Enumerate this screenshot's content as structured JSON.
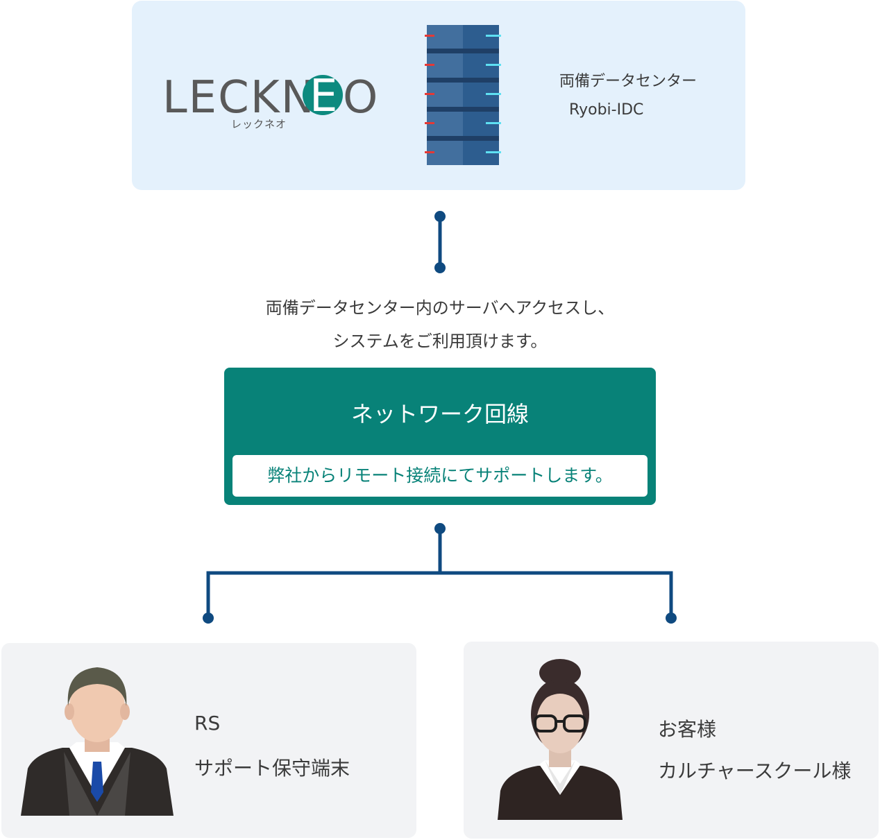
{
  "datacenter": {
    "logo_text": "LECKNEO",
    "logo_sub": "レックネオ",
    "name_jp": "両備データセンター",
    "name_en": "Ryobi-IDC"
  },
  "access_text": {
    "line1": "両備データセンター内のサーバへアクセスし、",
    "line2": "システムをご利用頂けます。"
  },
  "network": {
    "title": "ネットワーク回線",
    "subtitle": "弊社からリモート接続にてサポートします。"
  },
  "rs": {
    "line1": "RS",
    "line2": "サポート保守端末"
  },
  "customer": {
    "line1": "お客様",
    "line2": "カルチャースクール様"
  },
  "colors": {
    "teal": "#088278",
    "connector": "#0f4a80",
    "panel_blue": "#e4f1fc",
    "panel_gray": "#f2f3f5"
  }
}
